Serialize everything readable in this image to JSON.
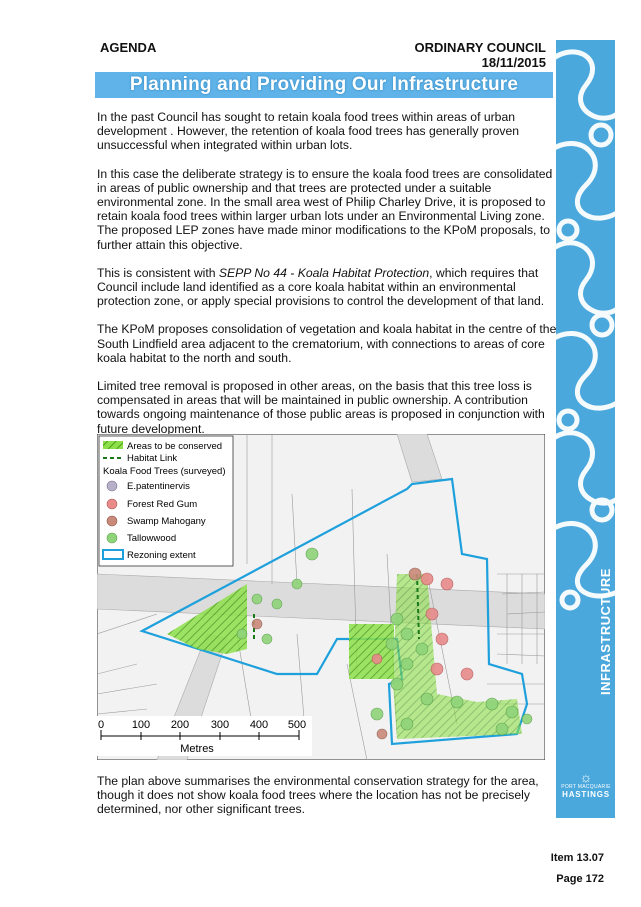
{
  "header": {
    "left": "AGENDA",
    "right_line1": "ORDINARY COUNCIL",
    "right_line2": "18/11/2015"
  },
  "banner": {
    "title": "Planning and Providing Our Infrastructure"
  },
  "paragraphs": {
    "p1": "In the past Council has sought to retain koala food trees within areas of urban development .  However, the retention of koala food trees has generally proven unsuccessful when integrated within urban lots.",
    "p2": "In this case the deliberate strategy is to ensure the koala food trees are consolidated in areas of public ownership and that trees are protected under a suitable environmental zone.  In the small area west of Philip Charley Drive, it is proposed to retain koala food trees within larger urban lots under an Environmental Living zone. The proposed LEP zones have made minor modifications to the KPoM proposals, to further attain this objective.",
    "p3_before": "This is consistent with ",
    "p3_italic": "SEPP No 44 - Koala Habitat Protection",
    "p3_after": ", which requires that Council include land identified as a core koala habitat within an environmental protection zone, or apply special provisions to control the development of that land.",
    "p4": "The KPoM proposes consolidation of vegetation and koala habitat in the centre of the South Lindfield area adjacent to the crematorium, with connections to areas of core koala habitat to the north and south.",
    "p5": "Limited tree removal is proposed in other areas, on the basis that this tree loss is compensated in areas that will be maintained in public ownership.  A contribution towards ongoing maintenance of those public areas is proposed in conjunction with future development.",
    "p6": "The plan above summarises the environmental conservation strategy for the area, though it does not show koala food trees where the location has not be precisely determined, nor other significant trees."
  },
  "map": {
    "legend": {
      "conserved": "Areas to be conserved",
      "habitat_link": "Habitat Link",
      "food_trees_title": "Koala Food Trees (surveyed)",
      "e_patentinervis": "E.patentinervis",
      "forest_red_gum": "Forest Red Gum",
      "swamp_mahogany": "Swamp Mahogany",
      "tallowwood": "Tallowwood",
      "rezoning": "Rezoning extent"
    },
    "scale": {
      "t0": "0",
      "t1": "100",
      "t2": "200",
      "t3": "300",
      "t4": "400",
      "t5": "500",
      "unit": "Metres"
    },
    "colors": {
      "conserved": "#7ddc3a",
      "rezoning": "#1ea0dc",
      "red_gum": "#e88a8a",
      "mahogany": "#c98a7a",
      "tallowwood": "#8fd47a",
      "patentinervis": "#b8b0c8"
    }
  },
  "side": {
    "label": "INFRASTRUCTURE",
    "logo_small": "PORT MACQUARIE",
    "logo_big": "HASTINGS"
  },
  "footer": {
    "item": "Item 13.07",
    "page": "Page 172"
  }
}
